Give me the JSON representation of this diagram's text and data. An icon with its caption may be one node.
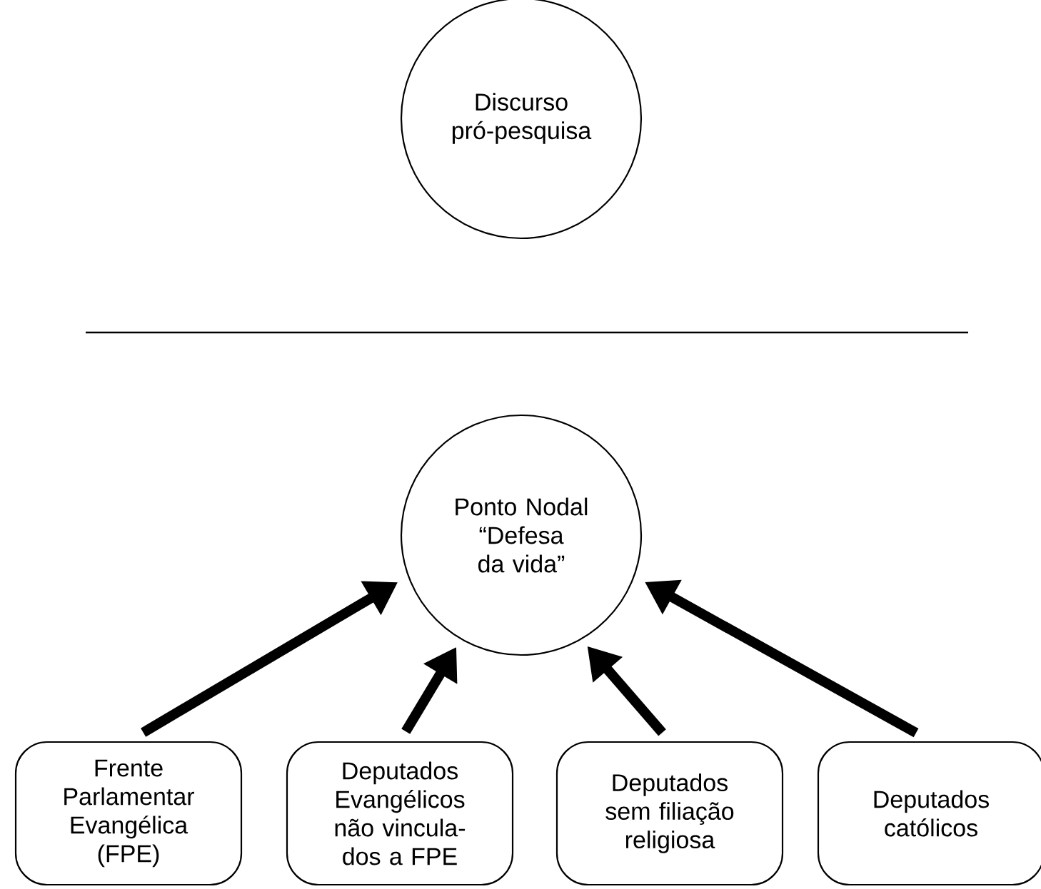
{
  "diagram": {
    "nodes": [
      {
        "text": [
          "Discurso pró-pesquisa"
        ]
      },
      {
        "text": [
          "Ponto Nodal “Defesa da vida”"
        ]
      },
      {
        "text": [
          "Frente Parlamentar Evangélica (FPE)"
        ]
      },
      {
        "text": [
          "Deputados Evangélicos não vincula- dos a FPE"
        ]
      },
      {
        "text": [
          "Deputados sem filiação religiosa"
        ]
      },
      {
        "text": [
          "Deputados católicos"
        ]
      }
    ],
    "edges": [
      {
        "from": 2,
        "to": 1,
        "arrow": "to"
      },
      {
        "from": 3,
        "to": 1,
        "arrow": "to"
      },
      {
        "from": 4,
        "to": 1,
        "arrow": "to"
      },
      {
        "from": 5,
        "to": 1,
        "arrow": "to"
      }
    ]
  }
}
